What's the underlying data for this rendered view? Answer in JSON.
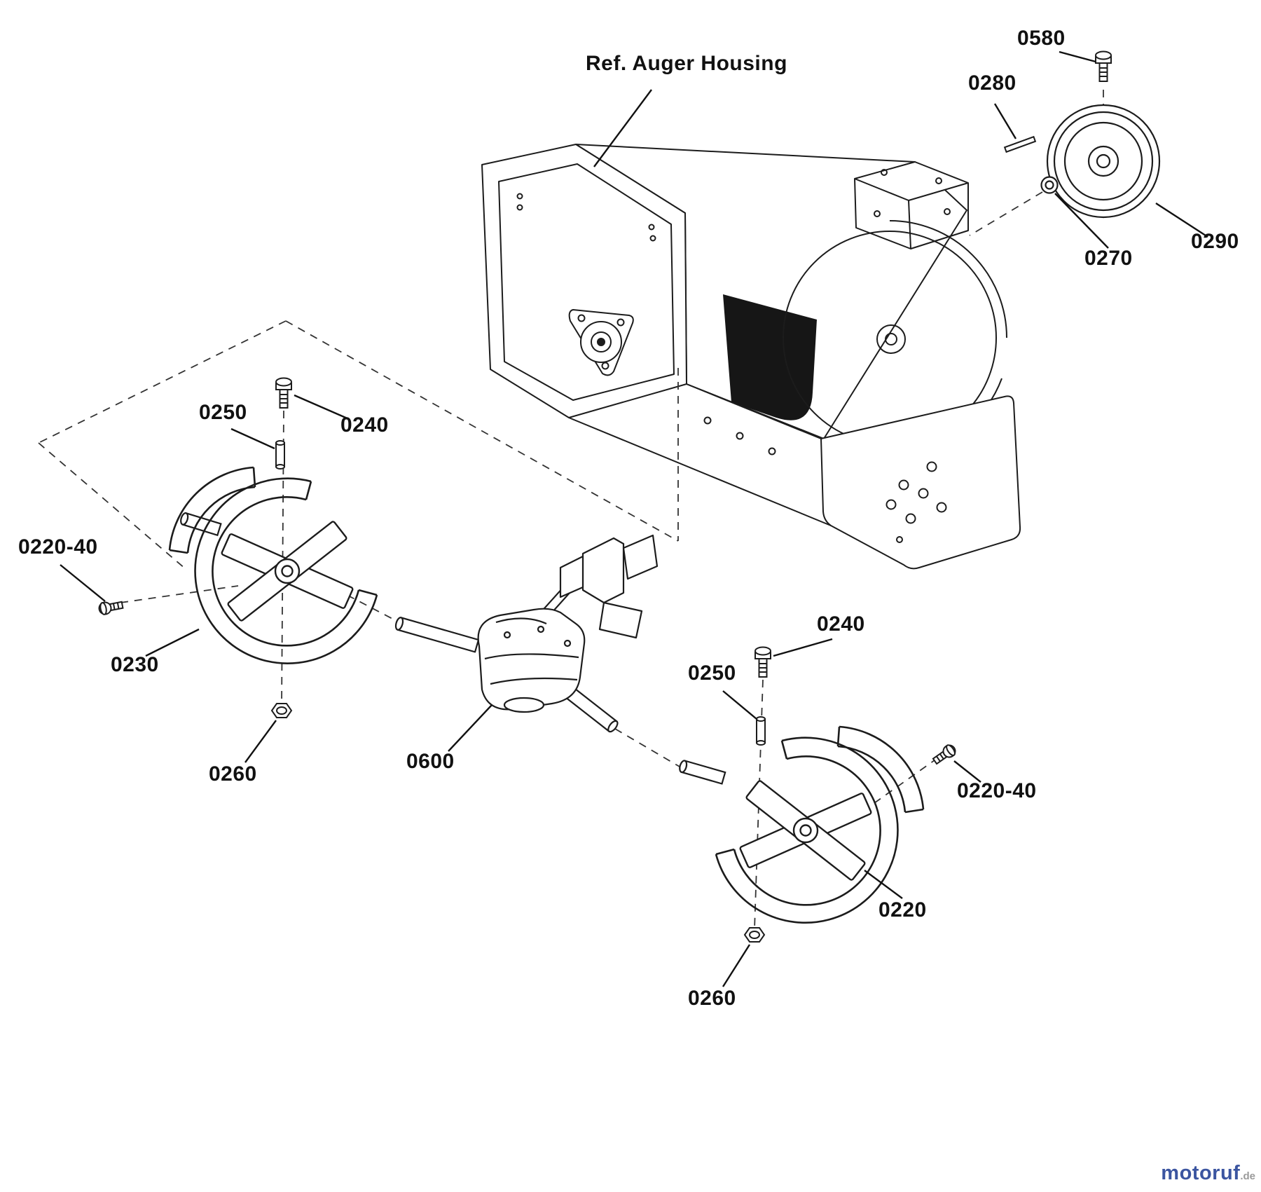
{
  "diagram": {
    "type": "exploded-parts-diagram",
    "subject": "snow thrower auger drive assembly"
  },
  "labels": {
    "ref_housing": "Ref. Auger Housing",
    "bolt_0580": "0580",
    "pin_0280": "0280",
    "pulley_0290": "0290",
    "washer_0270": "0270",
    "spacer_0250_left": "0250",
    "bolt_0240_left": "0240",
    "bolt_0220_40_left": "0220-40",
    "auger_0230": "0230",
    "nut_0260_left": "0260",
    "gearbox_0600": "0600",
    "bolt_0240_right": "0240",
    "spacer_0250_right": "0250",
    "bolt_0220_40_right": "0220-40",
    "auger_0220": "0220",
    "nut_0260_bottom": "0260"
  },
  "watermark": {
    "brand": "motoruf",
    "tld": ".de",
    "brand_color": "#3b55a0",
    "tld_color": "#9a9a9a"
  },
  "colors": {
    "line": "#1c1c1c",
    "background": "#ffffff",
    "shadow_fill": "#161616"
  }
}
